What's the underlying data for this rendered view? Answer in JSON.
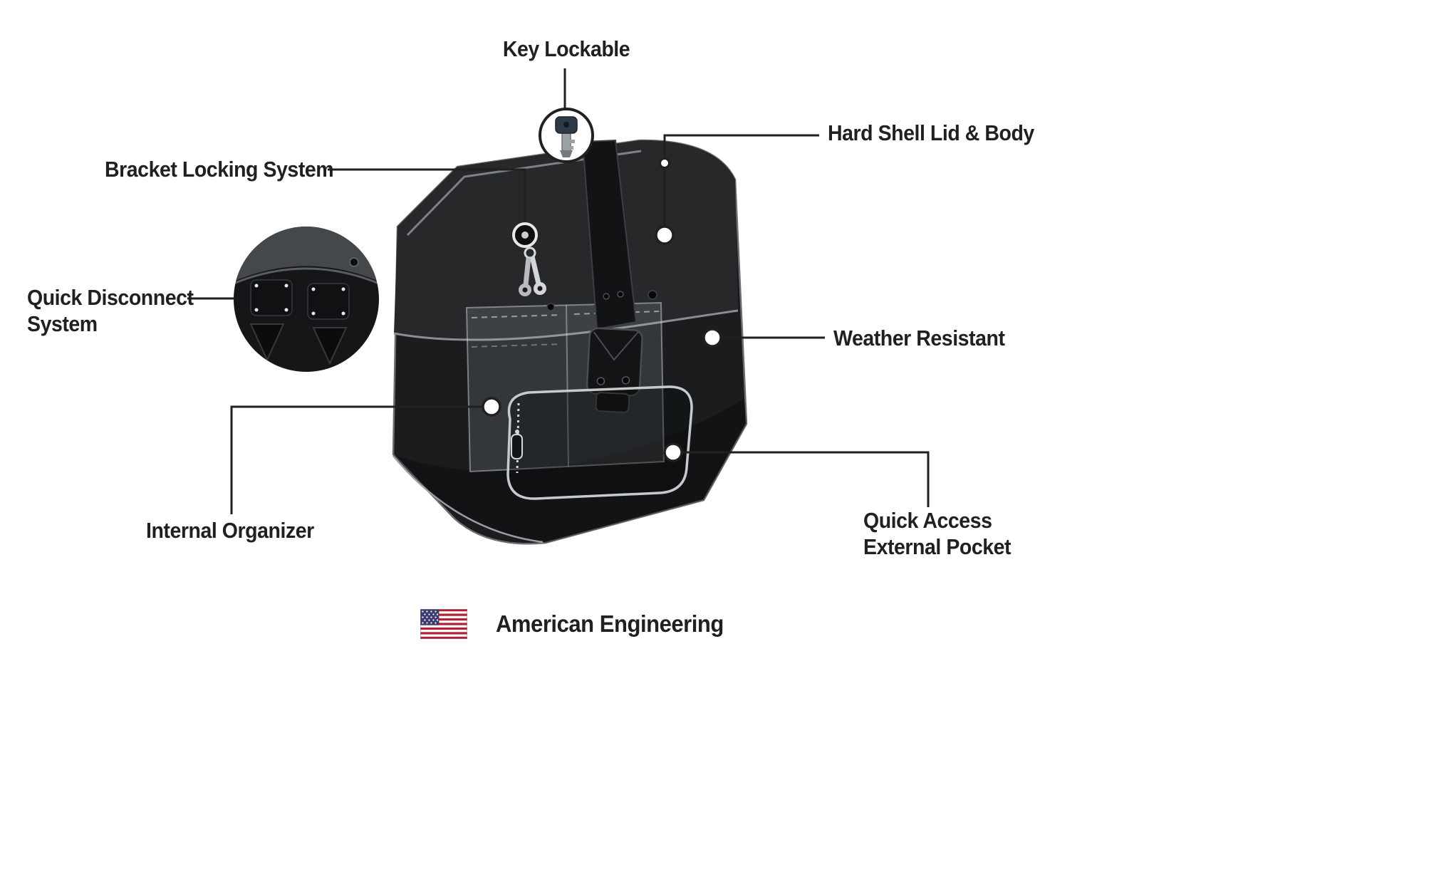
{
  "title": "Hard Shell Saddlebag Features Diagram",
  "labels": {
    "key_lockable": "Key Lockable",
    "hard_shell_lid_body": "Hard Shell Lid & Body",
    "bracket_locking_system": "Bracket Locking System",
    "quick_disconnect_line1": "Quick Disconnect",
    "quick_disconnect_line2": "System",
    "weather_resistant": "Weather Resistant",
    "internal_organizer": "Internal Organizer",
    "quick_access_line1": "Quick Access",
    "quick_access_line2": "External Pocket",
    "american_engineering": "American Engineering"
  },
  "icons": {
    "key": "key-icon",
    "keyhole": "keyhole-icon",
    "us_flag": "us-flag-icon",
    "quick_disconnect_inset": "quick-disconnect-inset-image"
  },
  "colors": {
    "background": "#ffffff",
    "text": "#231f20",
    "callout_line": "#231f20",
    "marker_fill": "#ffffff",
    "bag_body": "#1a1c1e",
    "bag_top": "#26282a",
    "bag_outline": "#6b6e70",
    "flag_red": "#b22234",
    "flag_white": "#ffffff",
    "flag_blue": "#3c3b6e"
  }
}
